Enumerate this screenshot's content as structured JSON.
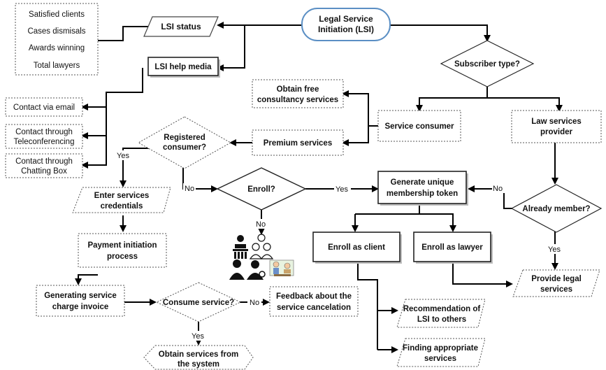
{
  "nodes": {
    "lsi_initiation": [
      "Legal Service",
      "Initiation (LSI)"
    ],
    "lsi_status": "LSI status",
    "status_items": [
      "Satisfied clients",
      "Cases dismisals",
      "Awards winning",
      "Total lawyers"
    ],
    "lsi_help_media": "LSI help media",
    "contact_email": "Contact via email",
    "contact_tele": [
      "Contact through",
      "Teleconferencing"
    ],
    "contact_chat": [
      "Contact through",
      "Chatting Box"
    ],
    "subscriber_type": "Subscriber type?",
    "obtain_free": [
      "Obtain free",
      "consultancy services"
    ],
    "service_consumer": "Service consumer",
    "law_provider": [
      "Law services",
      "provider"
    ],
    "premium": "Premium services",
    "registered": [
      "Registered",
      "consumer?"
    ],
    "enroll": "Enroll?",
    "gen_token": [
      "Generate unique",
      "membership token"
    ],
    "already_member": "Already member?",
    "enter_credentials": [
      "Enter services",
      "credentials"
    ],
    "enroll_client": "Enroll as client",
    "enroll_lawyer": "Enroll as lawyer",
    "payment": [
      "Payment initiation",
      "process"
    ],
    "provide_legal": [
      "Provide legal",
      "services"
    ],
    "gen_invoice": [
      "Generating service",
      "charge invoice"
    ],
    "consume": "Consume service?",
    "feedback": [
      "Feedback about the",
      "service cancelation"
    ],
    "recommendation": [
      "Recommendation of",
      "LSI to others"
    ],
    "finding": [
      "Finding appropriate",
      "services"
    ],
    "obtain_system": [
      "Obtain services from",
      "the system"
    ]
  },
  "edge_labels": {
    "yes": "Yes",
    "no": "No"
  },
  "icons": [
    "judge-icon",
    "clients-icon",
    "lawyers-icon",
    "consultation-icon"
  ]
}
